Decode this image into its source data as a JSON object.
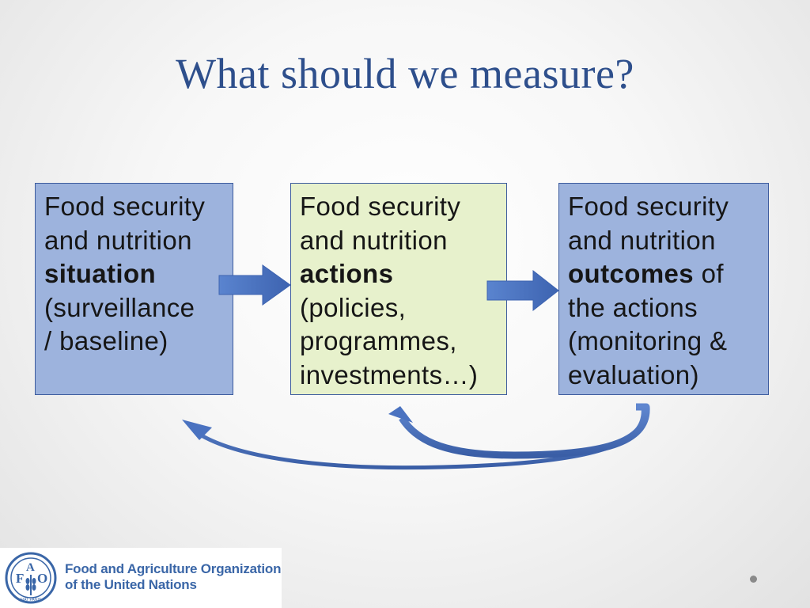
{
  "slide": {
    "title": "What should we measure?"
  },
  "boxes": [
    {
      "line1": "Food security",
      "line2": "and nutrition",
      "keyword": "situation",
      "line3_rest": "",
      "line4": "(surveillance",
      "line5": "/ baseline)",
      "line6": ""
    },
    {
      "line1": "Food security",
      "line2": "and nutrition",
      "keyword": "actions",
      "line3_rest": "",
      "line4": "(policies,",
      "line5": "programmes,",
      "line6": "investments…)"
    },
    {
      "line1": "Food security",
      "line2": "and nutrition",
      "keyword": "outcomes",
      "line3_rest": " of",
      "line4": "the actions",
      "line5": "(monitoring &",
      "line6": "evaluation)"
    }
  ],
  "colors": {
    "title": "#2e4f8c",
    "box_blue": "#9db3dd",
    "box_green": "#e7f1cc",
    "arrow": "#4a72c0",
    "logo_text": "#3a66a7"
  },
  "logo": {
    "emblem_letters": [
      "F",
      "A",
      "O"
    ],
    "emblem_motto": "FIAT PANIS",
    "name_line1": "Food and Agriculture Organization",
    "name_line2": "of the United Nations"
  }
}
